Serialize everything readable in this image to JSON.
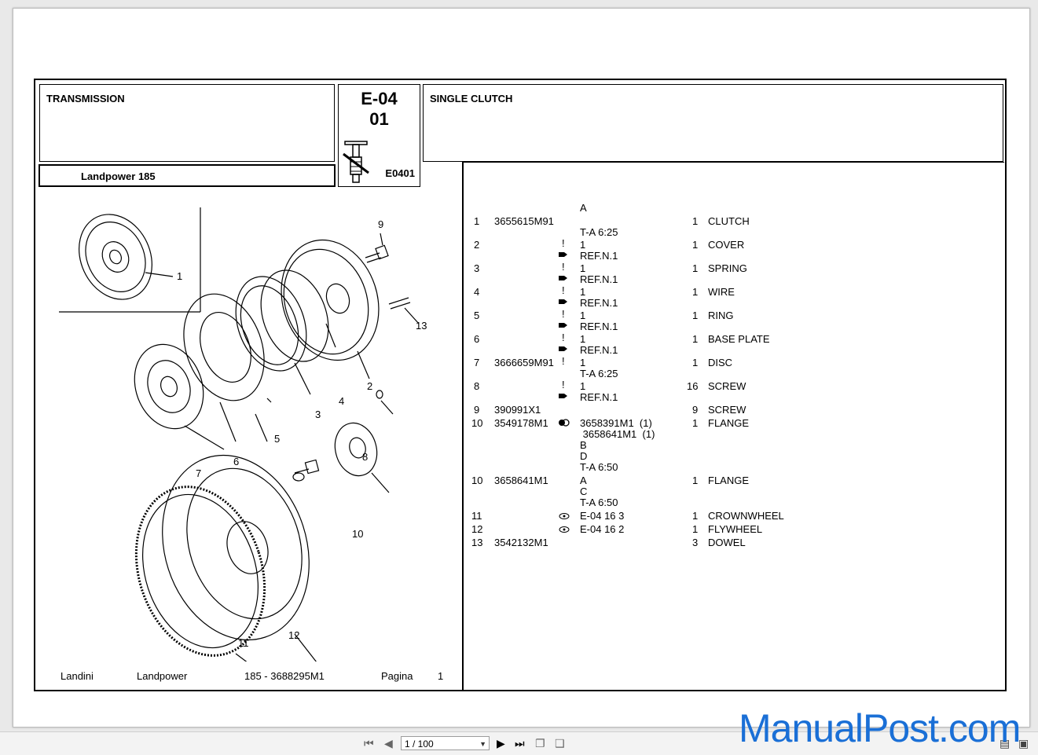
{
  "header": {
    "section": "TRANSMISSION",
    "model": "Landpower 185",
    "code_line1": "E-04",
    "code_line2": "01",
    "code_ref": "E0401",
    "group_title": "SINGLE CLUTCH"
  },
  "parts_header": "A",
  "parts": [
    {
      "pos": "1",
      "part": "3655615M91",
      "flag": "",
      "notes": [
        "T-A 6:25"
      ],
      "qty": "1",
      "desc": "CLUTCH"
    },
    {
      "pos": "2",
      "part": "",
      "flag": "!",
      "notes": [
        "1",
        "REF.N.1"
      ],
      "qty": "1",
      "desc": "COVER"
    },
    {
      "pos": "3",
      "part": "",
      "flag": "!",
      "notes": [
        "1",
        "REF.N.1"
      ],
      "qty": "1",
      "desc": "SPRING"
    },
    {
      "pos": "4",
      "part": "",
      "flag": "!",
      "notes": [
        "1",
        "REF.N.1"
      ],
      "qty": "1",
      "desc": "WIRE"
    },
    {
      "pos": "5",
      "part": "",
      "flag": "!",
      "notes": [
        "1",
        "REF.N.1"
      ],
      "qty": "1",
      "desc": "RING"
    },
    {
      "pos": "6",
      "part": "",
      "flag": "!",
      "notes": [
        "1",
        "REF.N.1"
      ],
      "qty": "1",
      "desc": "BASE PLATE"
    },
    {
      "pos": "7",
      "part": "3666659M91",
      "flag": "!",
      "notes": [
        "1",
        "T-A 6:25"
      ],
      "qty": "1",
      "desc": "DISC"
    },
    {
      "pos": "8",
      "part": "",
      "flag": "!",
      "notes": [
        "1",
        "REF.N.1"
      ],
      "qty": "16",
      "desc": "SCREW"
    },
    {
      "pos": "9",
      "part": "390991X1",
      "flag": "",
      "notes": [],
      "qty": "9",
      "desc": "SCREW"
    },
    {
      "pos": "10",
      "part": "3549178M1",
      "flag": "",
      "notes": [
        "3658391M1  (1)",
        " 3658641M1  (1)",
        "B",
        "D",
        "T-A 6:50"
      ],
      "qty": "1",
      "desc": "FLANGE"
    },
    {
      "pos": "10",
      "part": "3658641M1",
      "flag": "",
      "notes": [
        "A",
        "C",
        "T-A 6:50"
      ],
      "qty": "1",
      "desc": "FLANGE"
    },
    {
      "pos": "11",
      "part": "",
      "flag": "",
      "notes": [
        "E-04 16 3"
      ],
      "qty": "1",
      "desc": "CROWNWHEEL"
    },
    {
      "pos": "12",
      "part": "",
      "flag": "",
      "notes": [
        "E-04 16 2"
      ],
      "qty": "1",
      "desc": "FLYWHEEL"
    },
    {
      "pos": "13",
      "part": "3542132M1",
      "flag": "",
      "notes": [],
      "qty": "3",
      "desc": "DOWEL"
    }
  ],
  "diagram_labels": [
    "1",
    "2",
    "3",
    "4",
    "5",
    "6",
    "7",
    "8",
    "9",
    "10",
    "11",
    "12",
    "13"
  ],
  "footer": {
    "brand": "Landini",
    "series": "Landpower",
    "model_code": "185 - 3688295M1",
    "page_label": "Pagina",
    "page_no": "1"
  },
  "viewer": {
    "page_indicator": "1 / 100"
  },
  "watermark": "ManualPost.com"
}
